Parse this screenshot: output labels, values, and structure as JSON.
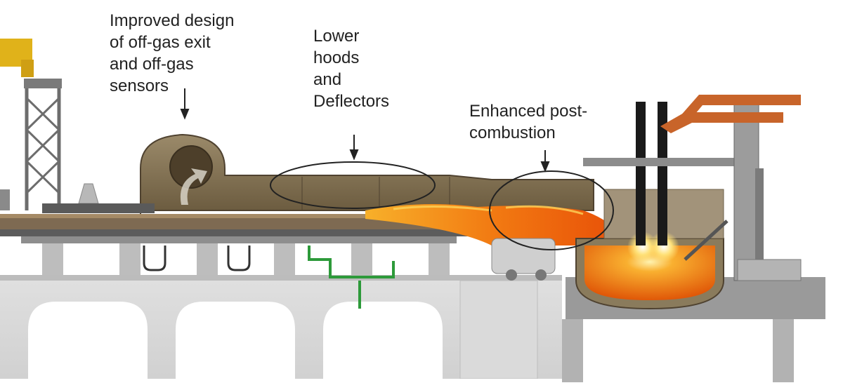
{
  "annotations": {
    "offgas": [
      "Improved design",
      "of off-gas exit",
      "and off-gas",
      "sensors"
    ],
    "hoods": [
      "Lower",
      "hoods",
      "and",
      "Deflectors"
    ],
    "post_combustion": [
      "Enhanced post-",
      "combustion"
    ]
  },
  "equipment_plate": "",
  "colors": {
    "steel_structure": "#6d6d6d",
    "duct": "#7a6a4e",
    "concrete": "#d6d6d6",
    "flame": "#f39a1e",
    "molten": "#f06a10",
    "crane": "#c8642a",
    "electrode": "#1a1a1a",
    "yellow_part": "#e0b21a",
    "pipe_green": "#2d9a3a"
  }
}
